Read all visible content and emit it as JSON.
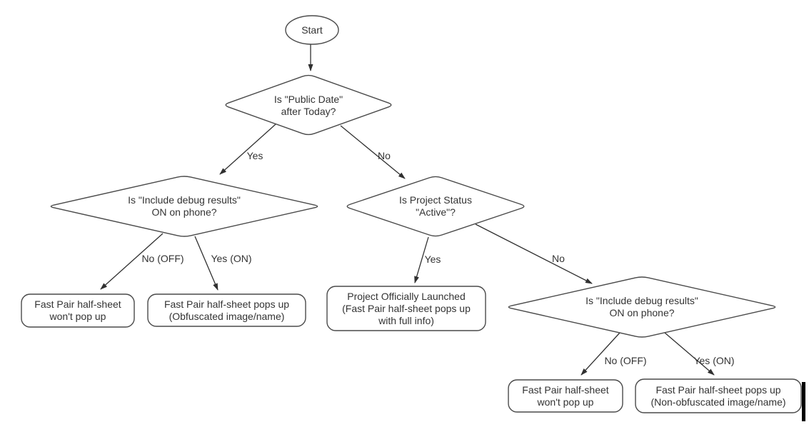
{
  "nodes": {
    "start": {
      "lines": [
        "Start"
      ]
    },
    "public_date_decision": {
      "lines": [
        "Is \"Public Date\"",
        "after Today?"
      ]
    },
    "debug_left_decision": {
      "lines": [
        "Is \"Include debug results\"",
        "ON on phone?"
      ]
    },
    "project_status_decision": {
      "lines": [
        "Is Project Status",
        "\"Active\"?"
      ]
    },
    "debug_right_decision": {
      "lines": [
        "Is \"Include debug results\"",
        "ON on phone?"
      ]
    },
    "result_no_popup_left": {
      "lines": [
        "Fast Pair half-sheet",
        "won't pop up"
      ]
    },
    "result_obfuscated": {
      "lines": [
        "Fast Pair half-sheet pops up",
        "(Obfuscated image/name)"
      ]
    },
    "result_launched": {
      "lines": [
        "Project Officially Launched",
        "(Fast Pair half-sheet pops up",
        "with full info)"
      ]
    },
    "result_no_popup_right": {
      "lines": [
        "Fast Pair half-sheet",
        "won't pop up"
      ]
    },
    "result_non_obfuscated": {
      "lines": [
        "Fast Pair half-sheet pops up",
        "(Non-obfuscated image/name)"
      ]
    }
  },
  "edges": {
    "public_date_yes": "Yes",
    "public_date_no": "No",
    "debug_left_no": "No (OFF)",
    "debug_left_yes": "Yes (ON)",
    "project_status_yes": "Yes",
    "project_status_no": "No",
    "debug_right_no": "No (OFF)",
    "debug_right_yes": "Yes (ON)"
  },
  "colors": {
    "shape_stroke": "#4a4a4a",
    "edge_stroke": "#303030",
    "text": "#333333",
    "background": "#ffffff",
    "node_fill": "#ffffff"
  }
}
